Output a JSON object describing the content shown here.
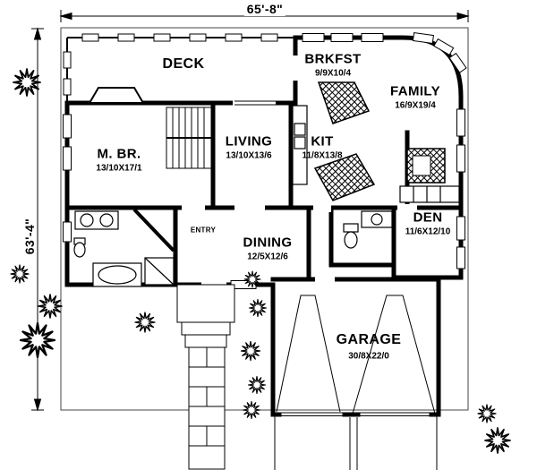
{
  "colors": {
    "ink": "#000000",
    "paper": "#ffffff"
  },
  "plan": {
    "overall_width": "65'-8\"",
    "overall_depth": "63'-4\"",
    "rooms": {
      "deck": {
        "name": "DECK"
      },
      "brkfst": {
        "name": "BRKFST",
        "dims": "9/9X10/4"
      },
      "family": {
        "name": "FAMILY",
        "dims": "16/9X19/4"
      },
      "master_bedroom": {
        "name": "M. BR.",
        "dims": "13/10X17/1"
      },
      "living": {
        "name": "LIVING",
        "dims": "13/10X13/6"
      },
      "kitchen": {
        "name": "KIT",
        "dims": "11/8X13/8"
      },
      "den": {
        "name": "DEN",
        "dims": "11/6X12/10"
      },
      "entry": {
        "name": "ENTRY"
      },
      "dining": {
        "name": "DINING",
        "dims": "12/5X12/6"
      },
      "garage": {
        "name": "GARAGE",
        "dims": "30/8X22/0"
      }
    }
  }
}
